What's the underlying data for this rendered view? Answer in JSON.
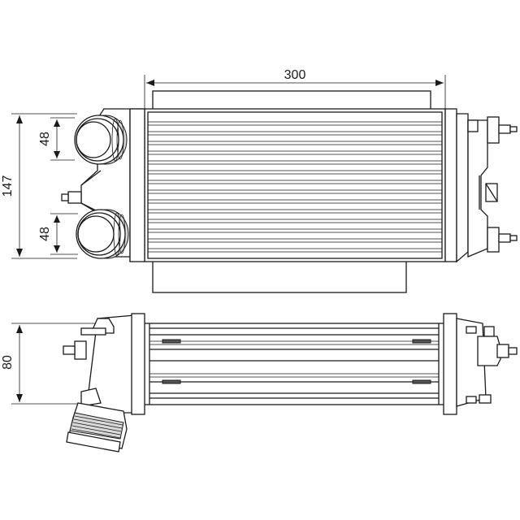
{
  "dimensions": {
    "width": "300",
    "height": "147",
    "outlet_top": "48",
    "outlet_bottom": "48",
    "depth": "80"
  }
}
